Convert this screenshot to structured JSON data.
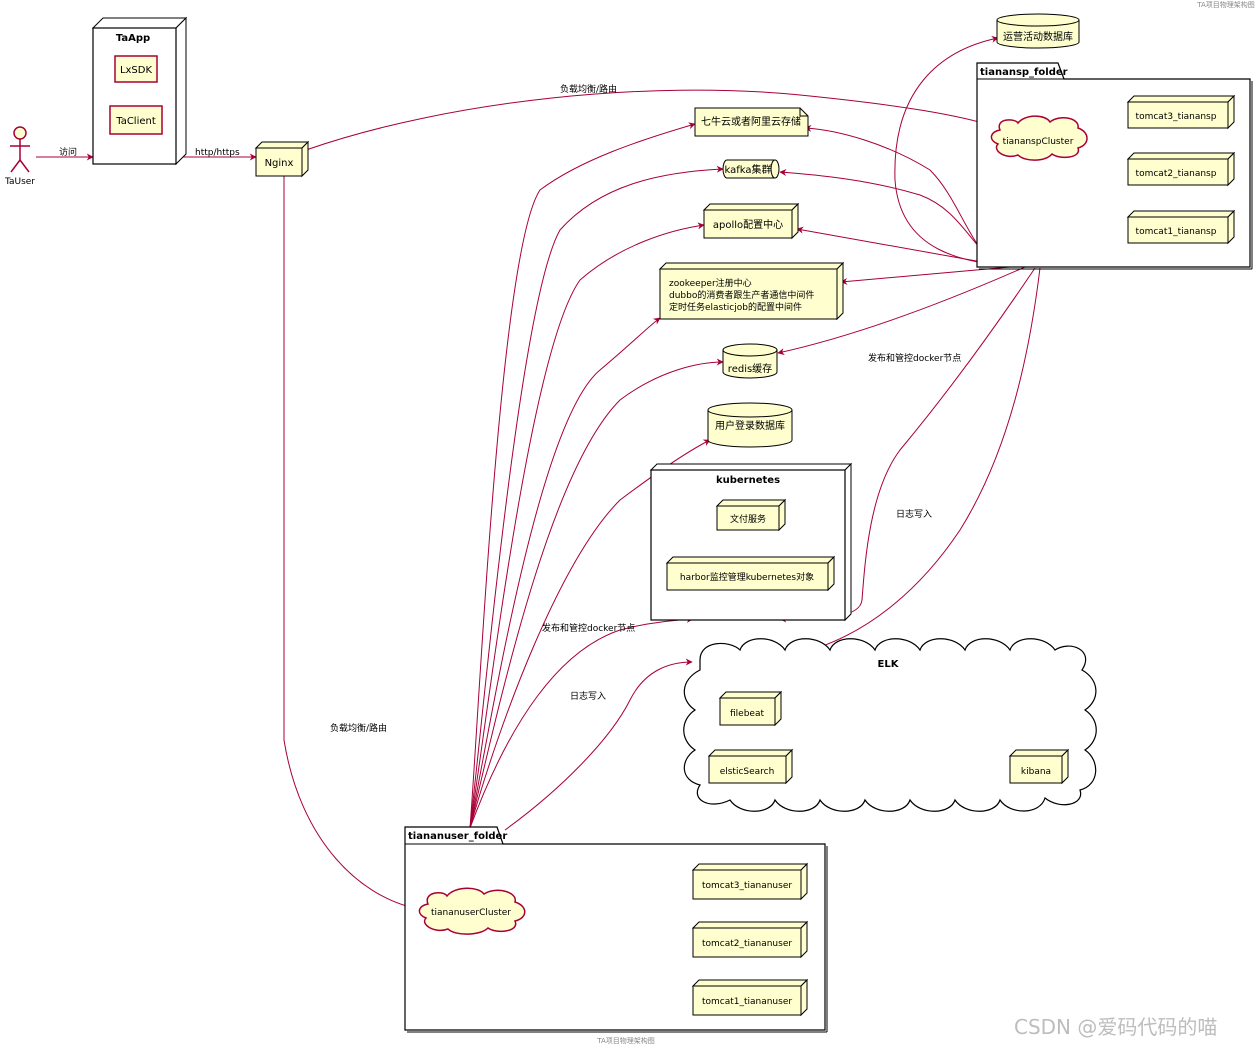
{
  "header": {
    "top_caption": "TA项目物理架构图",
    "bottom_caption": "TA项目物理架构图"
  },
  "watermark": "CSDN @爱码代码的喵",
  "actor": {
    "name": "TaUser"
  },
  "app": {
    "title": "TaApp",
    "items": [
      "LxSDK",
      "TaClient"
    ]
  },
  "nginx": {
    "label": "Nginx"
  },
  "services": {
    "qiniu": "七牛云或者阿里云存储",
    "kafka": "kafka集群",
    "apollo": "apollo配置中心",
    "zookeeper": [
      "zookeeper注册中心",
      "dubbo的消费者跟生产者通信中间件",
      "定时任务elasticjob的配置中间件"
    ],
    "redis": "redis缓存",
    "user_db": "用户登录数据库",
    "ops_db": "运营活动数据库"
  },
  "kubernetes": {
    "title": "kubernetes",
    "items": [
      "文付服务",
      "harbor监控管理kubernetes对象"
    ]
  },
  "elk": {
    "title": "ELK",
    "items": [
      "filebeat",
      "elsticSearch",
      "kibana"
    ]
  },
  "tianansp_folder": {
    "title": "tianansp_folder",
    "cluster": "tiananspCluster",
    "nodes": [
      "tomcat3_tianansp",
      "tomcat2_tianansp",
      "tomcat1_tianansp"
    ]
  },
  "tiananuser_folder": {
    "title": "tiananuser_folder",
    "cluster": "tiananuserCluster",
    "nodes": [
      "tomcat3_tiananuser",
      "tomcat2_tiananuser",
      "tomcat1_tiananuser"
    ]
  },
  "edges": {
    "visit": "访问",
    "http": "http/https",
    "lb_top": "负载均衡/路由",
    "lb_left": "负载均衡/路由",
    "publish_right": "发布和管控docker节点",
    "publish_left": "发布和管控docker节点",
    "log_right": "日志写入",
    "log_left": "日志写入"
  },
  "colors": {
    "node_fill": "#fefece",
    "edge": "#a80036",
    "frame": "#000000"
  }
}
